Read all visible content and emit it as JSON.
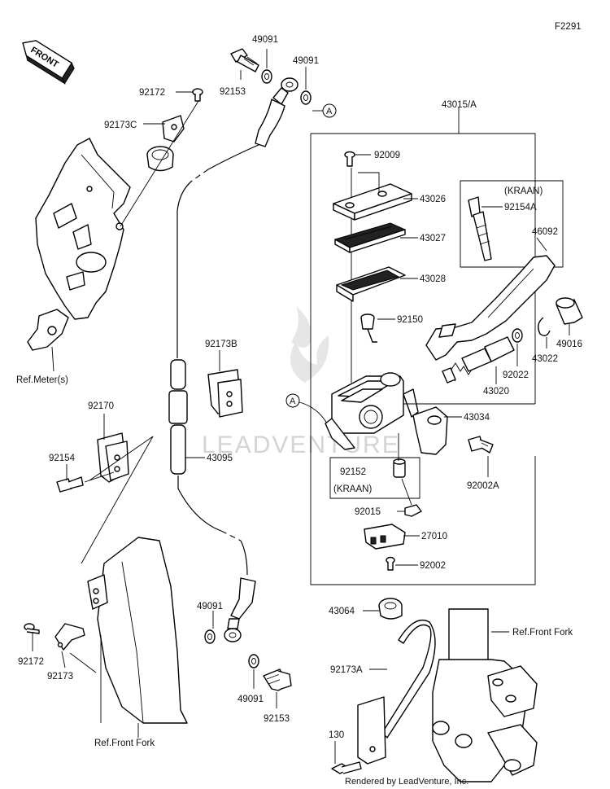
{
  "diagram": {
    "figure_code": "F2291",
    "front_label": "FRONT",
    "watermark": "LEADVENTURE",
    "credit": "Rendered by LeadVenture, Inc.",
    "callout_marker": "A",
    "labels": {
      "p49091_a": "49091",
      "p49091_b": "49091",
      "p92153_a": "92153",
      "p92172_a": "92172",
      "p92173c": "92173C",
      "p43015a": "43015/A",
      "p92009": "92009",
      "p43026": "43026",
      "p43027": "43027",
      "p43028": "43028",
      "kraan_a": "(KRAAN)",
      "p92154a": "92154A",
      "p46092": "46092",
      "p92150": "92150",
      "p92173b": "92173B",
      "p92170": "92170",
      "p92154": "92154",
      "p43095": "43095",
      "p49016": "49016",
      "p43022": "43022",
      "p92022": "92022",
      "p43020": "43020",
      "p43034": "43034",
      "p92152": "92152",
      "kraan_b": "(KRAAN)",
      "p92002a": "92002A",
      "p92015": "92015",
      "p27010": "27010",
      "p92002": "92002",
      "p43064": "43064",
      "p49091_c": "49091",
      "p49091_d": "49091",
      "p92153_b": "92153",
      "p92172_b": "92172",
      "p92173": "92173",
      "p92173a": "92173A",
      "p130": "130",
      "ref_meter": "Ref.Meter(s)",
      "ref_front_fork_a": "Ref.Front Fork",
      "ref_front_fork_b": "Ref.Front Fork"
    }
  }
}
